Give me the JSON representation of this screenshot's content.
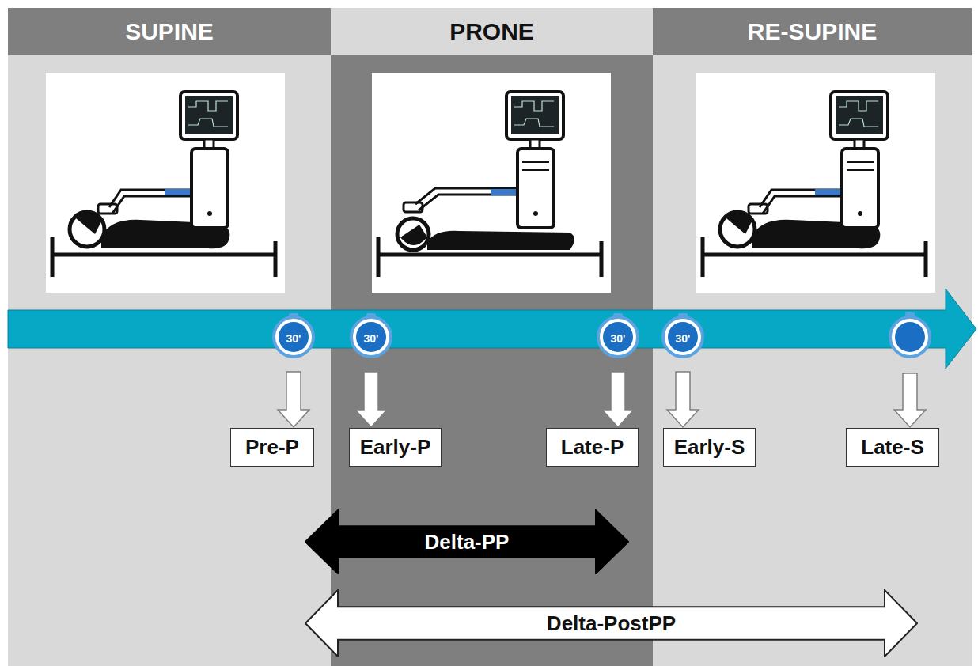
{
  "diagram": {
    "nodes": [
      {
        "text": [
          "SUPINE"
        ]
      },
      {
        "text": [
          "PRONE"
        ]
      },
      {
        "text": [
          "RE-SUPINE"
        ]
      },
      {
        "text": [
          "30'"
        ]
      },
      {
        "text": [
          "30'"
        ]
      },
      {
        "text": [
          "30'"
        ]
      },
      {
        "text": [
          "30'"
        ]
      },
      {
        "text": [
          "Pre-P"
        ]
      },
      {
        "text": [
          "Early-P"
        ]
      },
      {
        "text": [
          "Late-P"
        ]
      },
      {
        "text": [
          "Early-S"
        ]
      },
      {
        "text": [
          "Late-S"
        ]
      },
      {
        "text": [
          "Delta-PP"
        ]
      },
      {
        "text": [
          "Delta-PostPP"
        ]
      }
    ],
    "edges": [
      {
        "from": 3,
        "to": 7,
        "arrow": "to"
      },
      {
        "from": 4,
        "to": 8,
        "arrow": "to"
      },
      {
        "from": 5,
        "to": 9,
        "arrow": "to"
      },
      {
        "from": 6,
        "to": 10,
        "arrow": "to"
      }
    ]
  }
}
